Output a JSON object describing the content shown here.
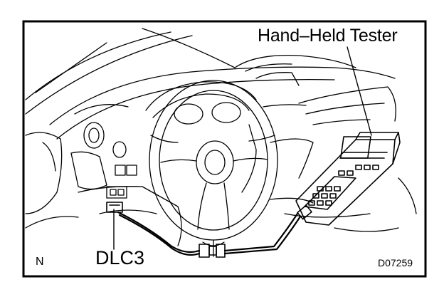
{
  "labels": {
    "tester": "Hand–Held Tester",
    "connector": "DLC3",
    "corner_mark": "N",
    "figure_code": "D07259"
  },
  "colors": {
    "ink": "#000000",
    "paper": "#ffffff"
  }
}
